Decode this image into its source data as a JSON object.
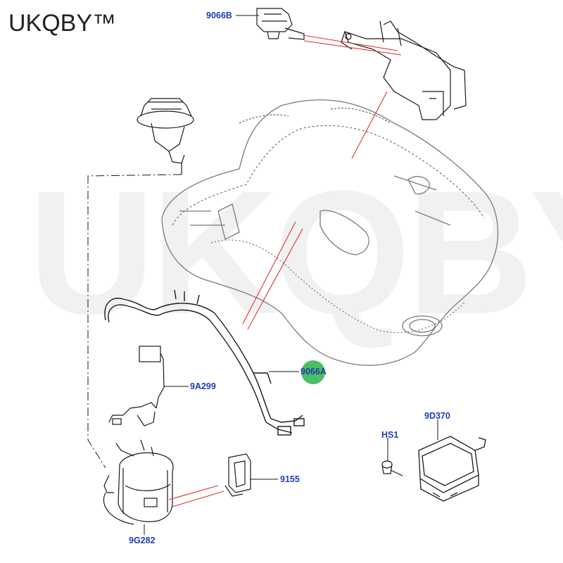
{
  "brand": {
    "text": "UKQBY™"
  },
  "watermark": {
    "text": "UKQBY™"
  },
  "parts": {
    "p9066B": "9066B",
    "p9066A": "9066A",
    "p9A299": "9A299",
    "pHS1": "HS1",
    "p9D370": "9D370",
    "p9155": "9155",
    "p9G282": "9G282"
  },
  "colors": {
    "label": "#1f3fb0",
    "leader": "#e03030",
    "hotspot": "#2fb34a",
    "line": "#1a1a1a",
    "tank": "#9a9a9a"
  }
}
